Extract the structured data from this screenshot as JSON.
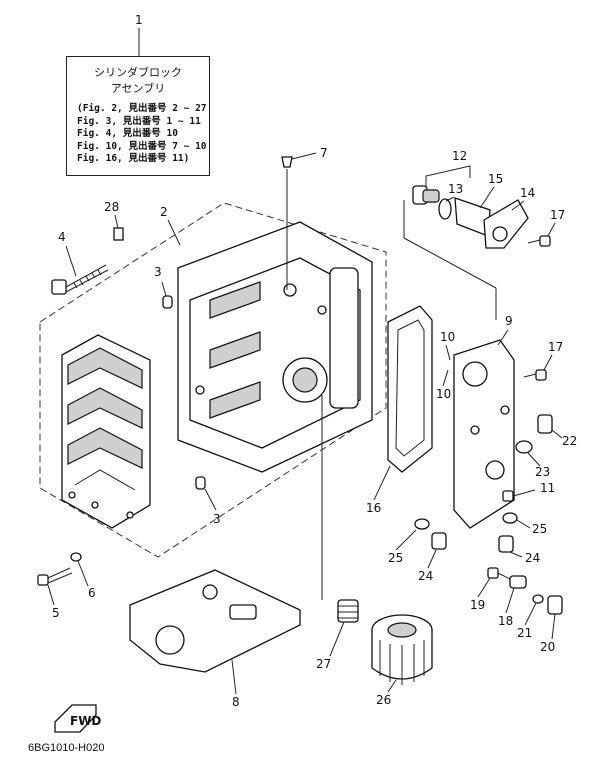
{
  "note": {
    "title_line1": "シリンダブロック",
    "title_line2": "アセンブリ",
    "lines": [
      "(Fig. 2, 見出番号  2 ~ 27",
      " Fig. 3, 見出番号  1 ~ 11",
      " Fig. 4, 見出番号  10",
      " Fig. 10, 見出番号  7 ~ 10",
      " Fig. 16, 見出番号  11)"
    ]
  },
  "callouts": {
    "c1": "1",
    "c2": "2",
    "c3a": "3",
    "c3b": "3",
    "c4": "4",
    "c5": "5",
    "c6": "6",
    "c8": "8",
    "c7": "7",
    "c9": "9",
    "c10a": "10",
    "c10b": "10",
    "c11": "11",
    "c12": "12",
    "c13": "13",
    "c14": "14",
    "c15": "15",
    "c16": "16",
    "c17a": "17",
    "c17b": "17",
    "c18": "18",
    "c19": "19",
    "c20": "20",
    "c21": "21",
    "c22": "22",
    "c23": "23",
    "c24a": "24",
    "c24b": "24",
    "c25a": "25",
    "c25b": "25",
    "c26": "26",
    "c27": "27",
    "c28": "28"
  },
  "fwd_label": "FWD",
  "diagram_code": "6BG1010-H020"
}
